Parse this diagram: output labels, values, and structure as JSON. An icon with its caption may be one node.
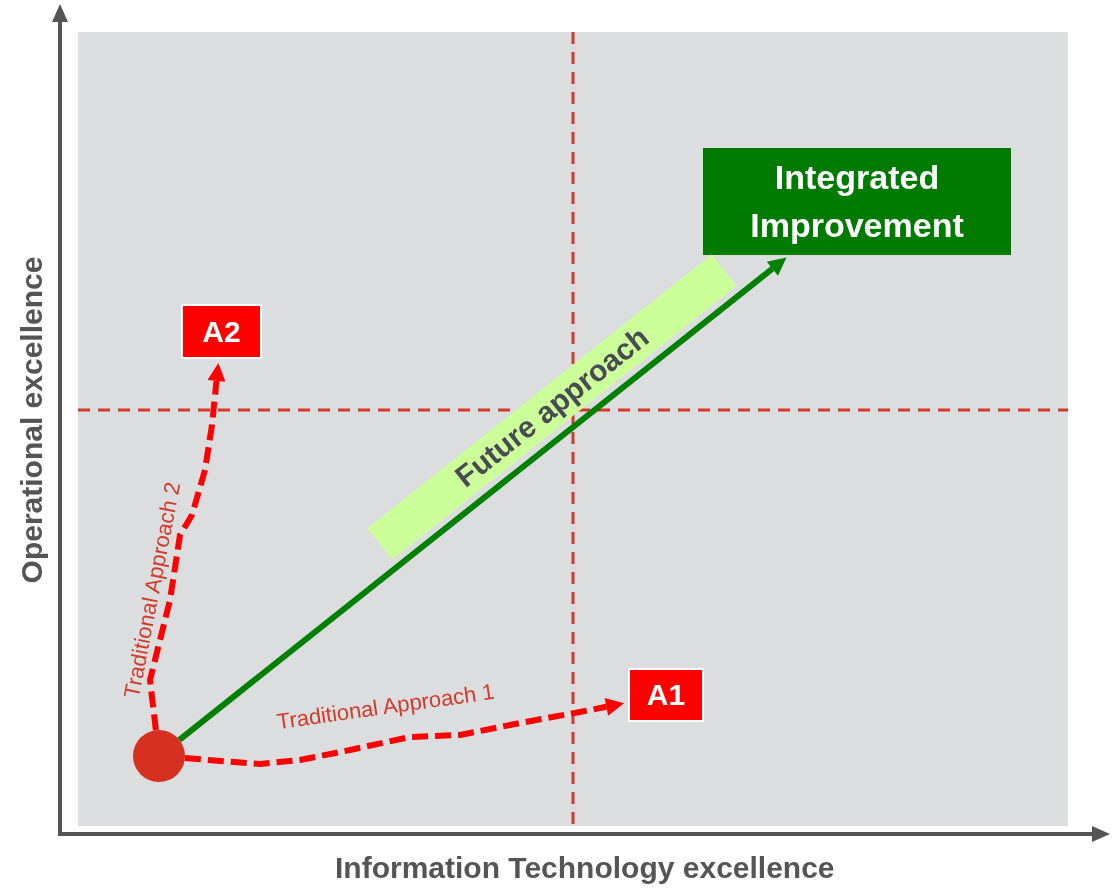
{
  "diagram": {
    "nodes": [
      {
        "text": [],
        "shape": "circle"
      },
      {
        "text": [
          "A1"
        ]
      },
      {
        "text": [
          "A2"
        ]
      },
      {
        "text": [
          "Integrated Improvement"
        ]
      }
    ],
    "edges": [
      {
        "from": 0,
        "to": 1,
        "arrow": "to",
        "label": "Traditional Approach 1",
        "style": "dashed",
        "color": "#ff0000"
      },
      {
        "from": 0,
        "to": 2,
        "arrow": "to",
        "label": "Traditional Approach 2",
        "style": "dashed",
        "color": "#ff0000"
      },
      {
        "from": 0,
        "to": 3,
        "arrow": "to",
        "label": "Future approach",
        "color": "#008000"
      }
    ],
    "labels": [
      "Operational excellence",
      "Information Technology excellence"
    ]
  }
}
